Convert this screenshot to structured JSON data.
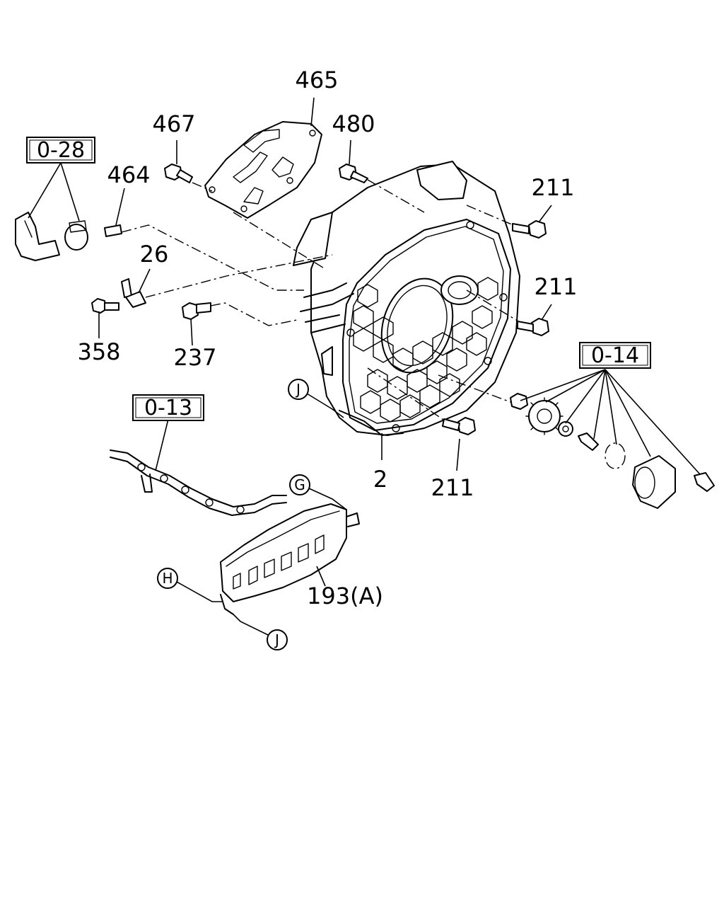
{
  "diagram": {
    "part_labels": {
      "p465": "465",
      "p467": "467",
      "p480": "480",
      "p464": "464",
      "p211_a": "211",
      "p211_b": "211",
      "p211_c": "211",
      "p26": "26",
      "p358": "358",
      "p237": "237",
      "p2": "2",
      "p193a": "193(A)"
    },
    "ref_boxes": {
      "r028": "0-28",
      "r014": "0-14",
      "r013": "0-13"
    },
    "circle_markers": {
      "j_top": "J",
      "g": "G",
      "h": "H",
      "j_bottom": "J"
    }
  }
}
